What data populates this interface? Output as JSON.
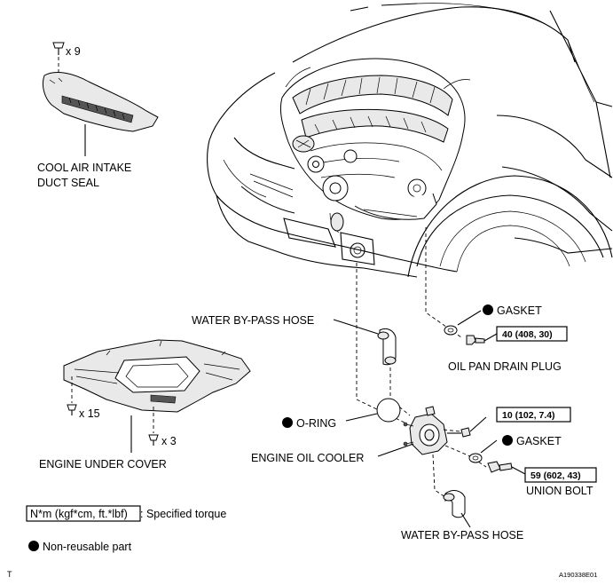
{
  "labels": {
    "bolt_count_seal": "x 9",
    "cool_air_line1": "COOL AIR INTAKE",
    "cool_air_line2": "DUCT SEAL",
    "water_hose_upper": "WATER BY-PASS HOSE",
    "gasket_upper": "GASKET",
    "torque_drain_plug": "40 (408, 30)",
    "oil_pan_drain_plug": "OIL PAN DRAIN PLUG",
    "bolt_count_15": "x 15",
    "bolt_count_3": "x 3",
    "engine_under_cover": "ENGINE UNDER COVER",
    "o_ring": "O-RING",
    "torque_small_bolt": "10 (102, 7.4)",
    "gasket_lower": "GASKET",
    "engine_oil_cooler": "ENGINE OIL COOLER",
    "torque_union_bolt": "59 (602, 43)",
    "union_bolt": "UNION BOLT",
    "water_hose_lower": "WATER BY-PASS HOSE"
  },
  "legend": {
    "torque_units": "N*m (kgf*cm, ft.*lbf)",
    "torque_desc": ": Specified torque",
    "non_reusable": "Non-reusable part"
  },
  "footer": {
    "corner_mark": "T",
    "figure_id": "A190338E01"
  }
}
